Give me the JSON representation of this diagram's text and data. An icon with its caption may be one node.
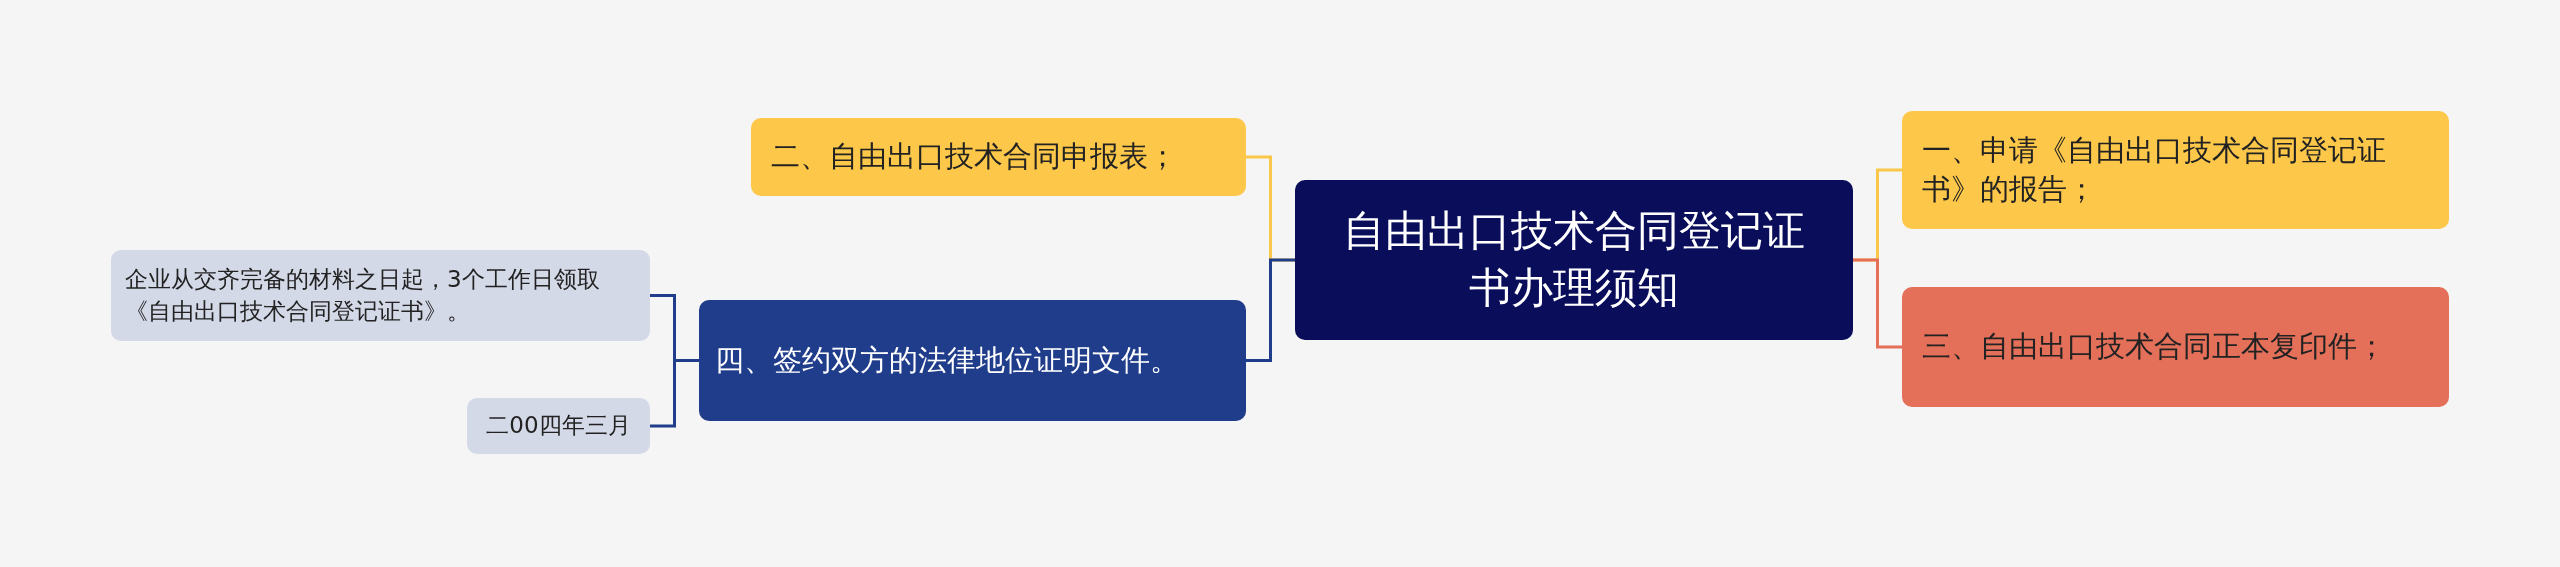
{
  "diagram": {
    "nodes": [
      {
        "text": [
          "自由出口技术合同登记证书办理须知"
        ]
      },
      {
        "text": [
          "一、申请《自由出口技术合同登记证书》的报告；"
        ]
      },
      {
        "text": [
          "三、自由出口技术合同正本复印件；"
        ]
      },
      {
        "text": [
          "二、自由出口技术合同申报表；"
        ]
      },
      {
        "text": [
          "四、签约双方的法律地位证明文件。"
        ]
      },
      {
        "text": [
          "企业从交齐完备的材料之日起，3个工作日领取《自由出口技术合同登记证书》。"
        ]
      },
      {
        "text": [
          "二00四年三月"
        ]
      }
    ],
    "edges": [
      {
        "from": 0,
        "to": 1,
        "arrow": "none",
        "color": "#f9c74a"
      },
      {
        "from": 0,
        "to": 2,
        "arrow": "none",
        "color": "#e5705a"
      },
      {
        "from": 0,
        "to": 3,
        "arrow": "none",
        "color": "#f9c74a"
      },
      {
        "from": 0,
        "to": 4,
        "arrow": "none"
      },
      {
        "from": 4,
        "to": 5,
        "arrow": "none"
      },
      {
        "from": 4,
        "to": 6,
        "arrow": "none"
      }
    ]
  }
}
